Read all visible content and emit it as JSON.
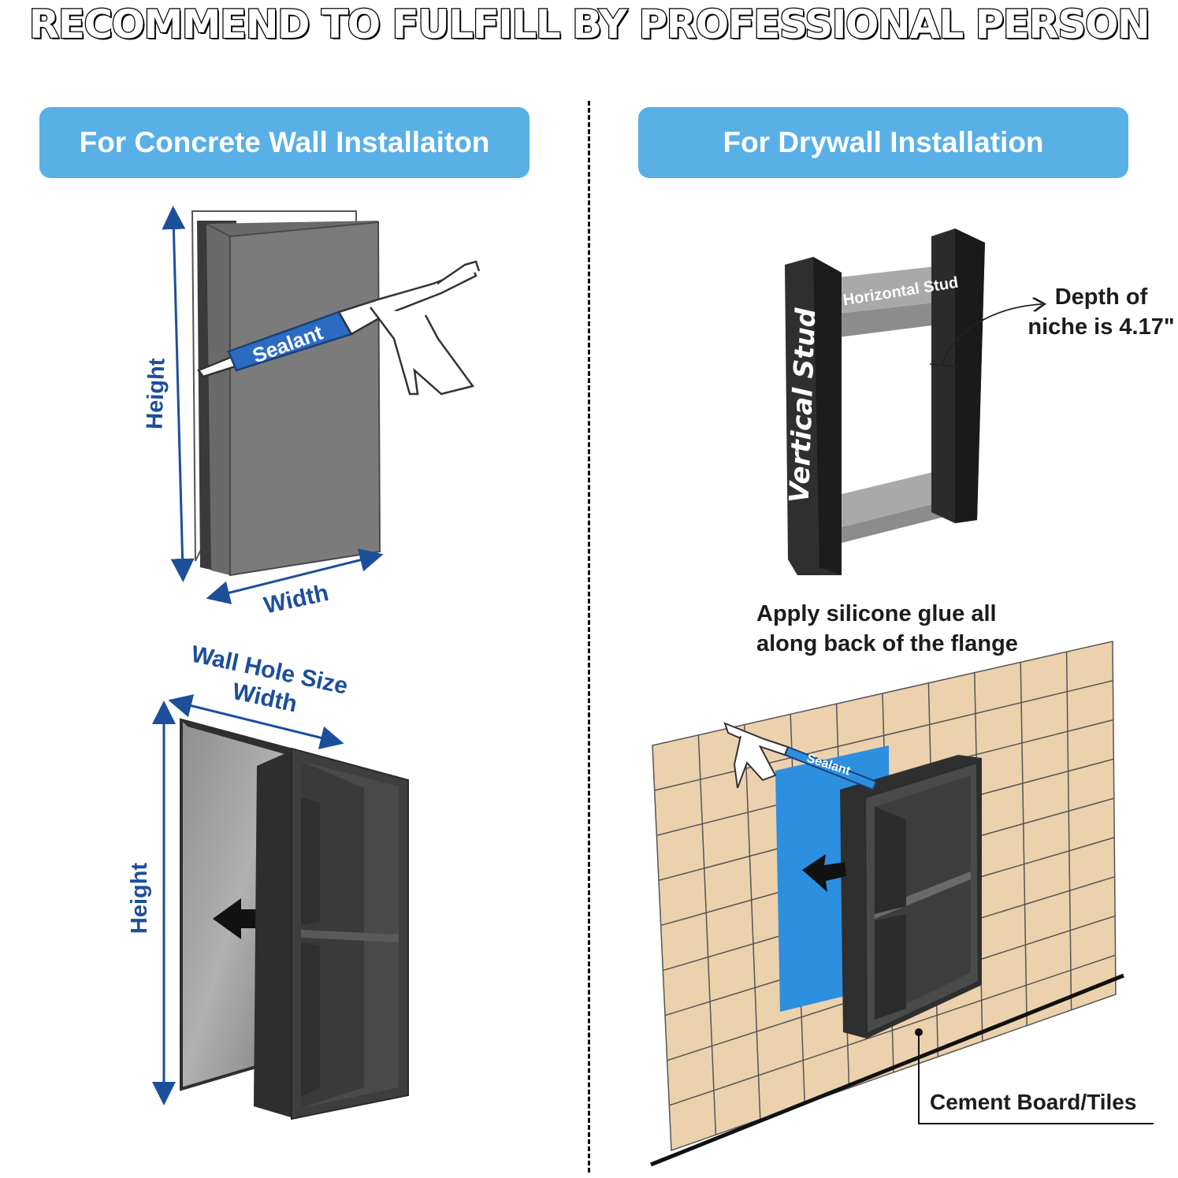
{
  "banner": {
    "title": "RECOMMEND TO FULFILL BY PROFESSIONAL PERSON"
  },
  "sections": {
    "left": {
      "title": "For Concrete Wall Installaiton"
    },
    "right": {
      "title": "For Drywall Installation"
    }
  },
  "labels": {
    "sealant": "Sealant",
    "height": "Height",
    "width": "Width",
    "wall_hole_size": "Wall Hole Size",
    "vertical_stud": "Vertical Stud",
    "horizontal_stud": "Horizontal Stud",
    "depth_line1": "Depth of",
    "depth_line2": "niche is 4.17\"",
    "glue_line1": "Apply silicone glue all",
    "glue_line2": "along back of the flange",
    "cement_board": "Cement Board/Tiles"
  },
  "colors": {
    "header_blue": "#58b0e6",
    "dimension_blue": "#1c4f9a",
    "niche_dark": "#3a3a3a",
    "tile": "#ecd1ad",
    "membrane_blue": "#2d8fe0"
  }
}
